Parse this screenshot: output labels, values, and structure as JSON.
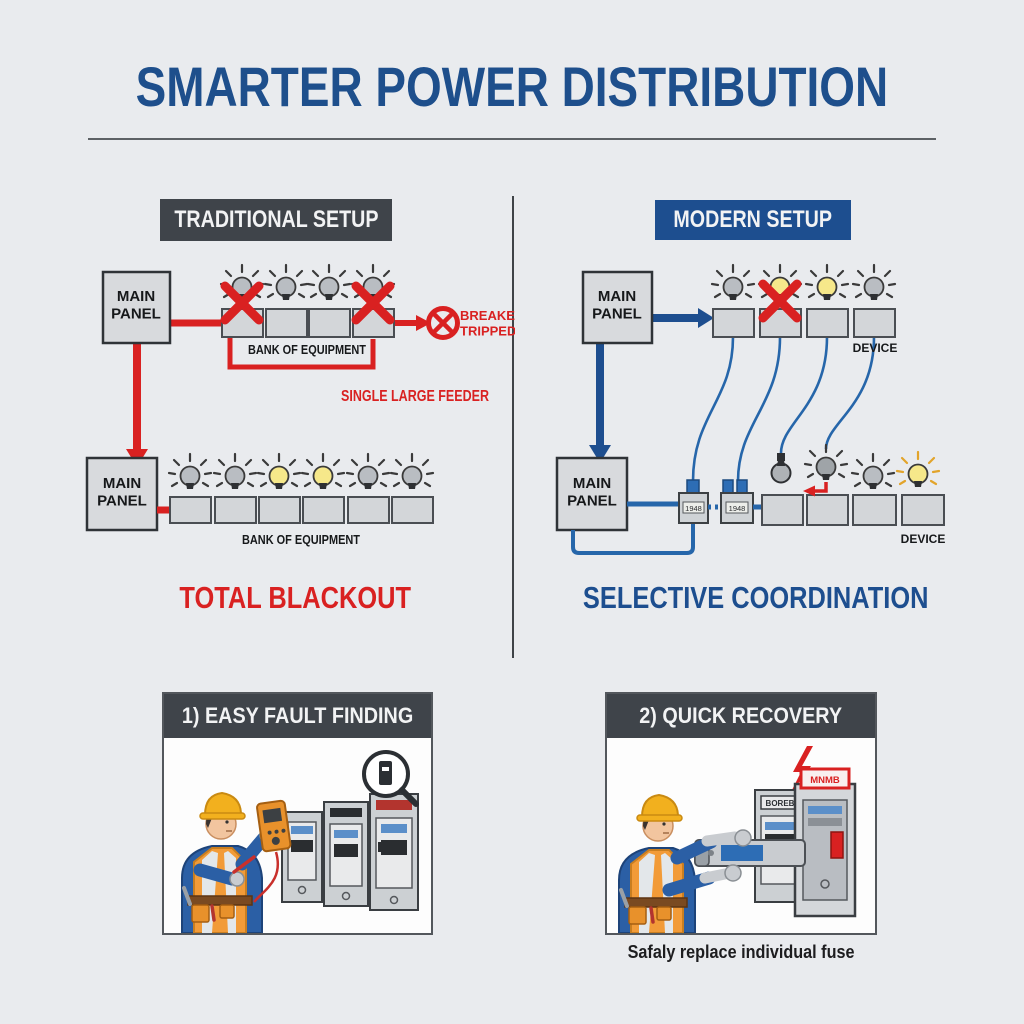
{
  "title": "SMARTER POWER DISTRIBUTION",
  "traditional": {
    "header": "TRADITIONAL SETUP",
    "row1": {
      "main_panel": [
        "MAIN",
        "PANEL"
      ],
      "bank_label": "BANK OF EQUIPMENT",
      "breaker_tripped": [
        "BREAKER",
        "TRIPPED"
      ],
      "feeder_label": "SINGLE LARGE FEEDER"
    },
    "row2": {
      "main_panel": [
        "MAIN",
        "PANEL"
      ],
      "bank_label": "BANK OF EQUIPMENT"
    },
    "caption": "TOTAL BLACKOUT"
  },
  "modern": {
    "header": "MODERN SETUP",
    "row1": {
      "main_panel": [
        "MAIN",
        "PANEL"
      ],
      "device_label": "DEVICE"
    },
    "row2": {
      "main_panel": [
        "MAIN",
        "PANEL"
      ],
      "device_label": "DEVICE",
      "meter1_display": "1948",
      "meter2_display": "1948"
    },
    "caption": "SELECTIVE COORDINATION"
  },
  "steps": {
    "panel1": {
      "header": "1) EASY FAULT FINDING"
    },
    "panel2": {
      "header": "2) QUICK RECOVERY",
      "back_panel_label": "BOREB",
      "alert_label": "MNMB",
      "caption": "Safaly replace individual fuse"
    }
  },
  "icons": {
    "light_bulb": "bulb-shape",
    "x_mark": "red-cross",
    "breaker_tripped": "circle-with-x",
    "magnifier": "magnifying-glass",
    "lightning": "red-bolt"
  },
  "colors": {
    "background": "#e9ebee",
    "title_blue": "#1e4f8c",
    "header_gray": "#3f444a",
    "header_blue": "#1d4e8f",
    "alert_red": "#d92121",
    "wire_blue": "#2666aa",
    "box_gray": "#d3d6d9",
    "bulb_yellow": "#f6e88a",
    "bulb_gray": "#b9bdc2"
  }
}
